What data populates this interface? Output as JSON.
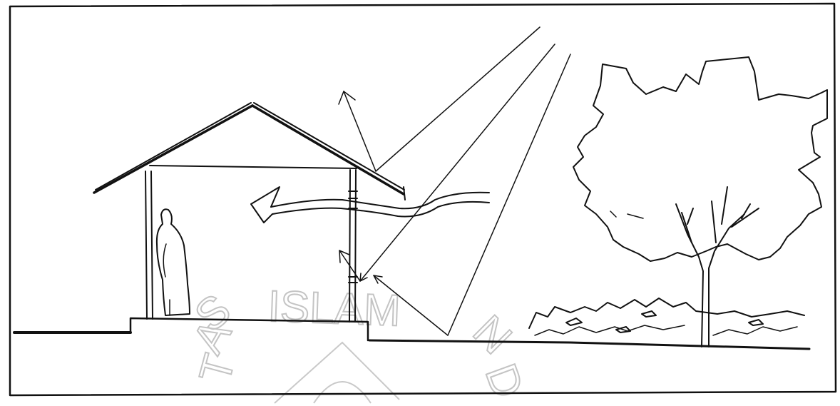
{
  "figure": {
    "watermark_text": "ISLAM",
    "watermark_letters": [
      "T",
      "A",
      "S",
      "N",
      "D"
    ]
  }
}
